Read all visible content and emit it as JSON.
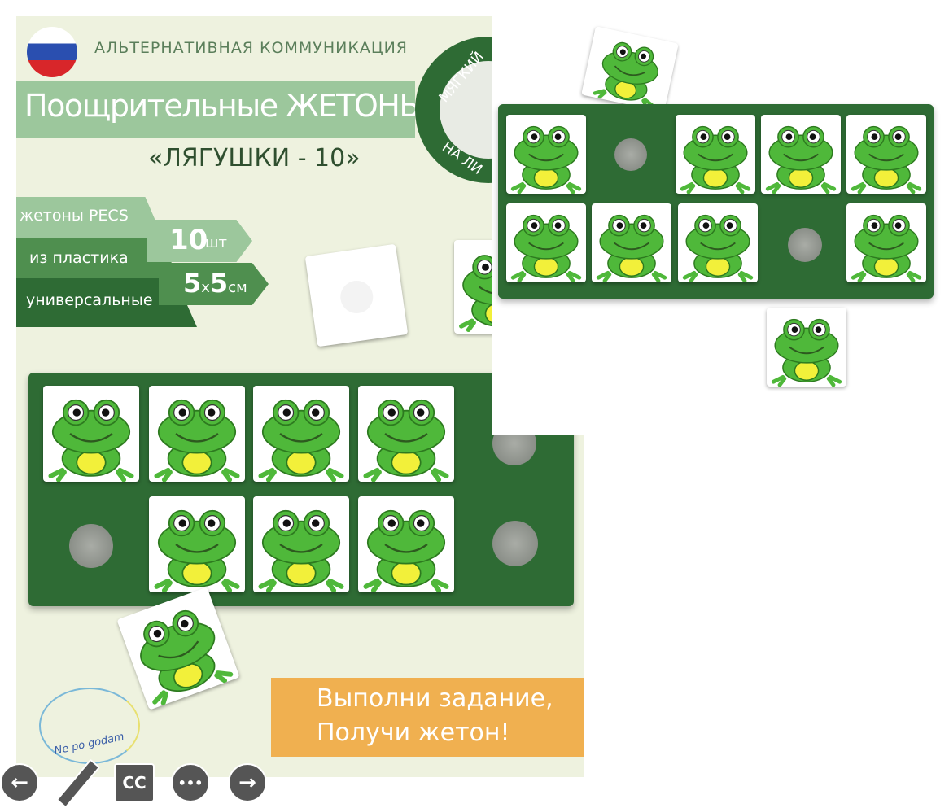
{
  "poster": {
    "header": "АЛЬТЕРНАТИВНАЯ КОММУНИКАЦИЯ",
    "title": "Поощрительные ЖЕТОНЫ",
    "subtitle": "«ЛЯГУШКИ - 10»",
    "badge_top": "МЯГКИЙ",
    "badge_bottom": "НА ЛИ",
    "features": [
      "жетоны PECS",
      "из пластика",
      "универсальные"
    ],
    "count_value": "10",
    "count_unit": "шт",
    "size_value_a": "5",
    "size_x": "x",
    "size_value_b": "5",
    "size_unit": "см",
    "slogan_line1": "Выполни задание,",
    "slogan_line2": "Получи жетон!",
    "logo_text": "Ne po godam"
  },
  "colors": {
    "board": "#2e6b34",
    "frog": "#4fb83a",
    "belly": "#f2f03a",
    "slogan_bg": "#f0b050",
    "title_band": "#9cc79c"
  },
  "controls": [
    {
      "name": "back",
      "icon": "arrow-left-icon"
    },
    {
      "name": "edit",
      "icon": "pencil-icon"
    },
    {
      "name": "captions",
      "icon": "cc-icon",
      "label": "CC"
    },
    {
      "name": "more",
      "icon": "more-dots-icon",
      "label": "•••"
    },
    {
      "name": "forward",
      "icon": "arrow-right-icon"
    }
  ]
}
